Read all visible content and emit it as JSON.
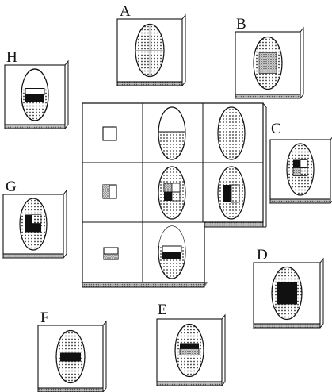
{
  "puzzle": {
    "grid": [
      [
        "square-only",
        "top-empty-bottom-dotted",
        "all-dotted"
      ],
      [
        "square-left-hatched",
        "four-quadrants",
        "dark-left-rect"
      ],
      [
        "small-bar-dark-bottom",
        "box-white-top-dark-bottom",
        null
      ]
    ],
    "options": [
      {
        "label": "A",
        "variant": "all-dotted-lines"
      },
      {
        "label": "B",
        "variant": "hatched-rect"
      },
      {
        "label": "C",
        "variant": "quadrant-small"
      },
      {
        "label": "D",
        "variant": "big-black-rect"
      },
      {
        "label": "E",
        "variant": "split-bar"
      },
      {
        "label": "F",
        "variant": "black-bar"
      },
      {
        "label": "G",
        "variant": "black-L"
      },
      {
        "label": "H",
        "variant": "white-top-black-bottom"
      }
    ]
  },
  "colors": {
    "outline": "#111111",
    "shadow": "#7a7a7a",
    "dot": "#333333",
    "fill": "#ffffff"
  }
}
